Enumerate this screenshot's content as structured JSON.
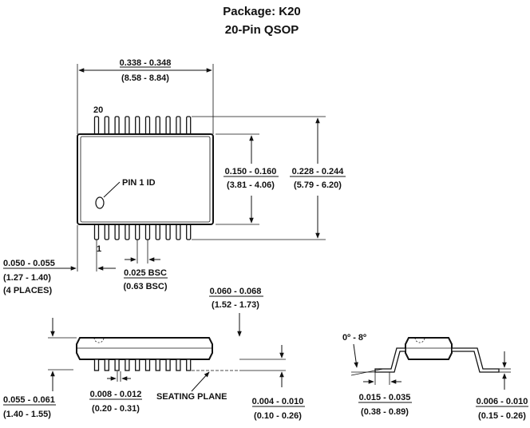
{
  "title": {
    "line1": "Package: K20",
    "line2": "20-Pin QSOP"
  },
  "top_view": {
    "pin_label_20": "20",
    "pin_label_1": "1",
    "pin1_id": "PIN 1 ID",
    "body_length": {
      "inches": "0.338 - 0.348",
      "mm": "(8.58 - 8.84)"
    },
    "body_width": {
      "inches": "0.150 - 0.160",
      "mm": "(3.81 - 4.06)"
    },
    "overall_width": {
      "inches": "0.228 - 0.244",
      "mm": "(5.79 - 6.20)"
    },
    "end_lead": {
      "inches": "0.050 - 0.055",
      "mm": "(1.27 - 1.40)",
      "note": "(4 PLACES)"
    },
    "pitch": {
      "inches": "0.025 BSC",
      "mm": "(0.63 BSC)"
    }
  },
  "side_view": {
    "height": {
      "inches": "0.060 - 0.068",
      "mm": "(1.52 - 1.73)"
    },
    "standoff": {
      "inches": "0.055 - 0.061",
      "mm": "(1.40 - 1.55)"
    },
    "lead_width": {
      "inches": "0.008 - 0.012",
      "mm": "(0.20 - 0.31)"
    },
    "seating_plane": "SEATING PLANE",
    "lead_clearance": {
      "inches": "0.004 - 0.010",
      "mm": "(0.10 - 0.26)"
    }
  },
  "end_view": {
    "angle": "0º - 8º",
    "foot_length": {
      "inches": "0.015 - 0.035",
      "mm": "(0.38 - 0.89)"
    },
    "lead_thickness": {
      "inches": "0.006 - 0.010",
      "mm": "(0.15 - 0.26)"
    }
  }
}
